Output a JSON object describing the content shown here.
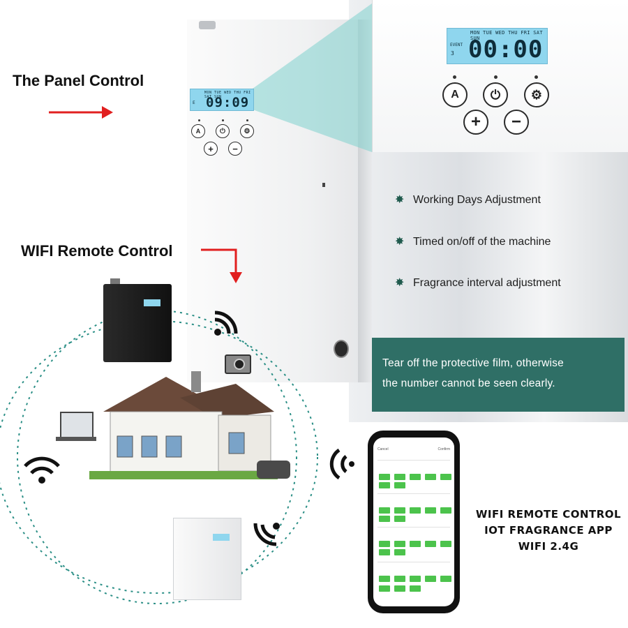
{
  "labels": {
    "panel_control": "The Panel Control",
    "wifi_remote": "WIFI Remote Control"
  },
  "lcd_small": {
    "days": "MON TUE WED THU FRI SAT SUN",
    "time": "09:09",
    "event": "E"
  },
  "lcd_big": {
    "days": "MON TUE WED THU FRI SAT SUN",
    "event": "EVENT",
    "num": "3",
    "time": "00:00"
  },
  "panel_buttons": {
    "mode_glyph": "A",
    "plus": "+",
    "minus": "−"
  },
  "features": [
    "Working Days Adjustment",
    "Timed on/off of the machine",
    "Fragrance interval adjustment"
  ],
  "notice": {
    "line1": "Tear off the protective film, otherwise",
    "line2": "the number cannot be seen clearly."
  },
  "phone": {
    "cancel": "Cancel",
    "confirm": "Confirm"
  },
  "app_text": {
    "line1": "WIFI REMOTE CONTROL",
    "line2": "IOT FRAGRANCE APP",
    "line3": "WIFI 2.4G"
  },
  "colors": {
    "notice_bg": "#2f6f66",
    "lcd": "#8fd6ee",
    "arrow": "#e11f1f",
    "app_green": "#4cc34c"
  }
}
